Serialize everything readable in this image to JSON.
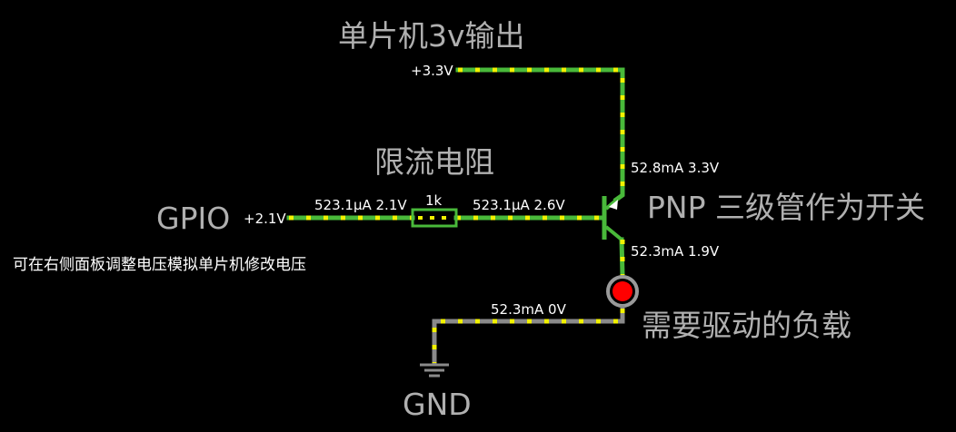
{
  "labels": {
    "mcu_title": "单片机3v输出",
    "supply_voltage": "+3.3V",
    "resistor_title": "限流电阻",
    "resistor_value": "1k",
    "gpio_label": "GPIO",
    "gpio_voltage": "+2.1V",
    "gpio_note": "可在右侧面板调整电压模拟单片机修改电压",
    "transistor_title": "PNP 三级管作为开关",
    "load_title": "需要驱动的负载",
    "gnd_label": "GND"
  },
  "readouts": {
    "wire_in": "523.1µA 2.1V",
    "wire_base": "523.1µA 2.6V",
    "emitter": "52.8mA 3.3V",
    "collector": "52.3mA 1.9V",
    "load_out": "52.3mA 0V"
  },
  "colors": {
    "background": "#000000",
    "wire_active": "#49b93a",
    "current_dots": "#f2f200",
    "wire_ground": "#8a8a8a",
    "load_lamp": "#ff0000"
  },
  "icons": {
    "resistor": "resistor-icon",
    "transistor": "pnp-transistor-icon",
    "load": "lamp-icon",
    "ground": "ground-icon"
  }
}
